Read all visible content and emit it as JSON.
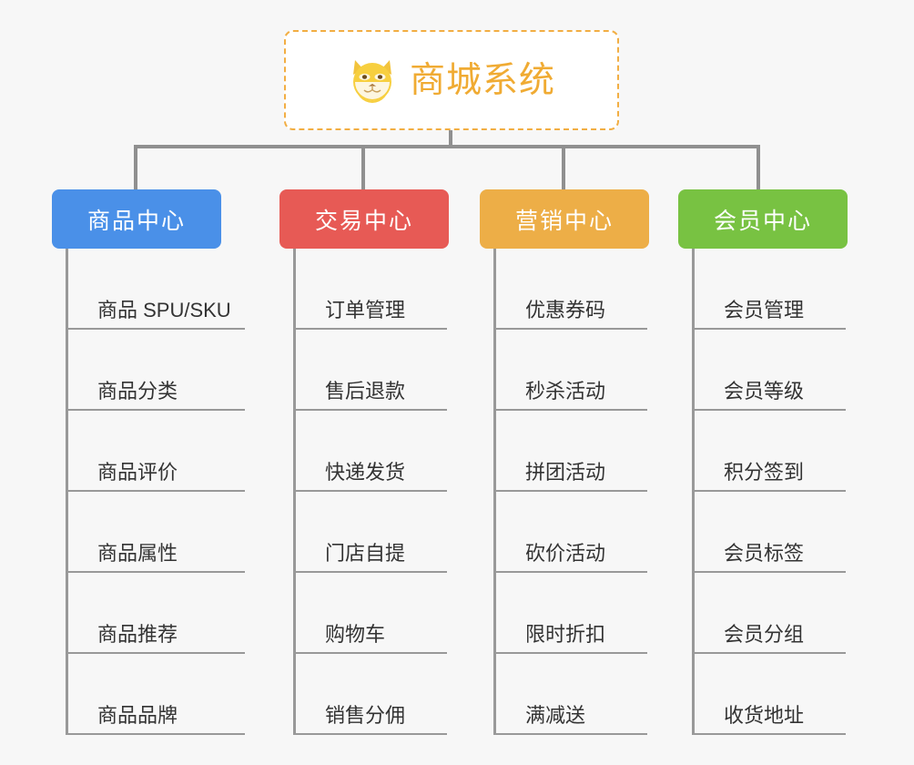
{
  "page": {
    "background_color": "#f7f7f7",
    "line_color": "#909090",
    "leaf_text_color": "#333333"
  },
  "root": {
    "title": "商城系统",
    "icon": "shiba-dog-icon",
    "text_color": "#f0ab33",
    "border_color": "#f2ae43",
    "fill_color": "#ffffff"
  },
  "columns": [
    {
      "category": "商品中心",
      "color": "#4a90e8",
      "items": [
        "商品 SPU/SKU",
        "商品分类",
        "商品评价",
        "商品属性",
        "商品推荐",
        "商品品牌"
      ]
    },
    {
      "category": "交易中心",
      "color": "#e75a55",
      "items": [
        "订单管理",
        "售后退款",
        "快递发货",
        "门店自提",
        "购物车",
        "销售分佣"
      ]
    },
    {
      "category": "营销中心",
      "color": "#edae47",
      "items": [
        "优惠券码",
        "秒杀活动",
        "拼团活动",
        "砍价活动",
        "限时折扣",
        "满减送"
      ]
    },
    {
      "category": "会员中心",
      "color": "#78c242",
      "items": [
        "会员管理",
        "会员等级",
        "积分签到",
        "会员标签",
        "会员分组",
        "收货地址"
      ]
    }
  ]
}
